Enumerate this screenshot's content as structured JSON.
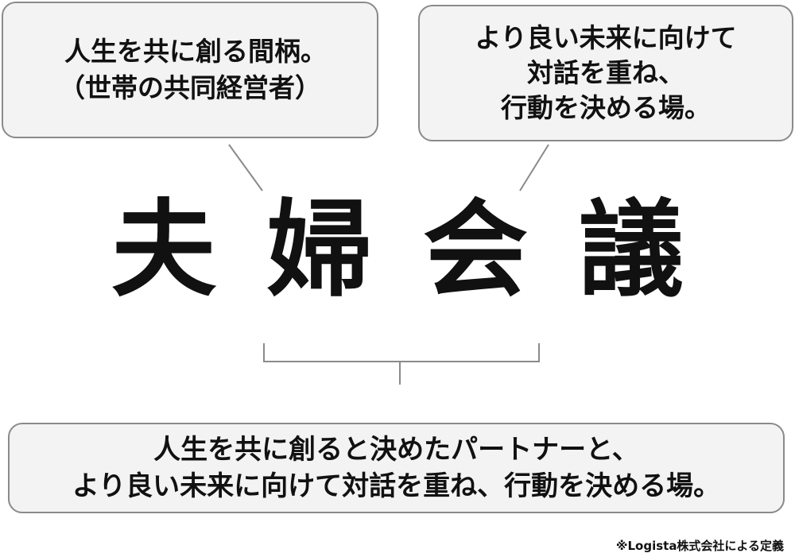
{
  "left_box": {
    "lines": [
      "人生を共に創る間柄。",
      "（世帯の共同経営者）"
    ]
  },
  "right_box": {
    "lines": [
      "より良い未来に向けて",
      "対話を重ね、",
      "行動を決める場。"
    ]
  },
  "title": {
    "chars": [
      "夫",
      "婦",
      "会",
      "議"
    ]
  },
  "bottom_box": {
    "lines": [
      "人生を共に創ると決めたパートナーと、",
      "より良い未来に向けて対話を重ね、行動を決める場。"
    ]
  },
  "footnote": "※Logista株式会社による定義",
  "colors": {
    "box_border": "#8a8a8a",
    "box_fill": "#f3f3f3",
    "connector": "#8a8a8a",
    "text": "#111111"
  }
}
